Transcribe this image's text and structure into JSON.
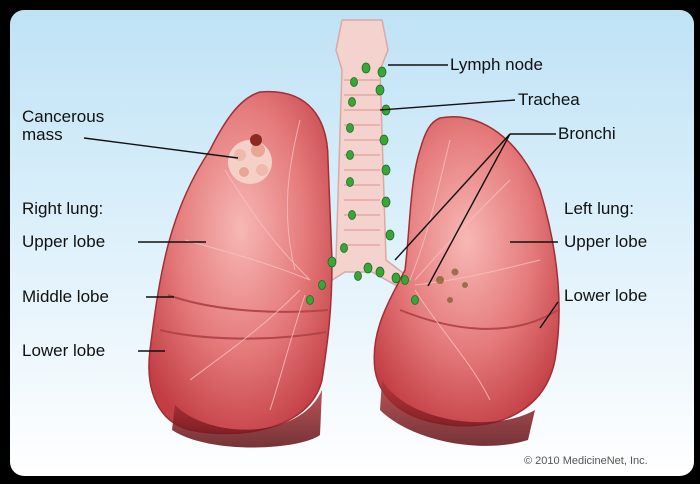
{
  "labels": {
    "lymph_node": "Lymph node",
    "trachea": "Trachea",
    "bronchi": "Bronchi",
    "cancerous_mass_line1": "Cancerous",
    "cancerous_mass_line2": "mass",
    "right_lung": "Right lung:",
    "right_upper_lobe": "Upper lobe",
    "right_middle_lobe": "Middle lobe",
    "right_lower_lobe": "Lower lobe",
    "left_lung": "Left lung:",
    "left_upper_lobe": "Upper lobe",
    "left_lower_lobe": "Lower lobe"
  },
  "copyright": "© 2010 MedicineNet, Inc.",
  "colors": {
    "lung": "#e06a6c",
    "lung_dark": "#8c1f24",
    "trachea": "#f4d0cc",
    "lymph": "#3aa63a",
    "background_top": "#bfe2f5"
  }
}
